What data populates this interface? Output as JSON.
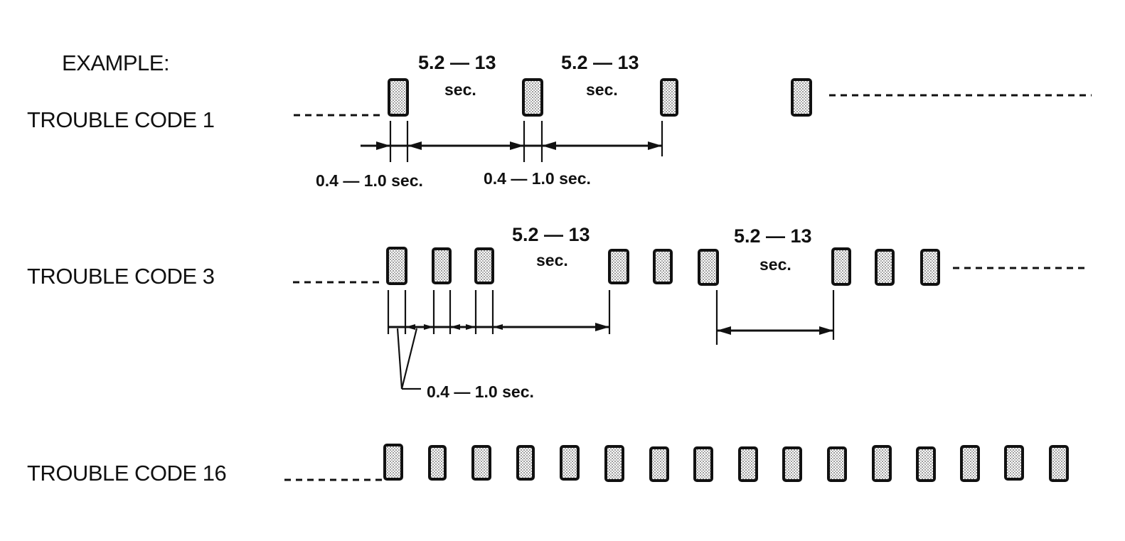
{
  "labels": {
    "example": "EXAMPLE:",
    "code1": "TROUBLE CODE 1",
    "code3": "TROUBLE CODE 3",
    "code16": "TROUBLE CODE 16"
  },
  "annotations": {
    "long_interval": "5.2 — 13",
    "sec": "sec.",
    "short_interval": "0.4 — 1.0 sec."
  },
  "rows": [
    {
      "code": 1,
      "pulse_groups": 4,
      "pulses_per_group": 1
    },
    {
      "code": 3,
      "pulse_groups": 3,
      "pulses_per_group": 3
    },
    {
      "code": 16,
      "pulse_count": 16
    }
  ],
  "colors": {
    "ink": "#111111",
    "pulse_fill": "stipple"
  }
}
